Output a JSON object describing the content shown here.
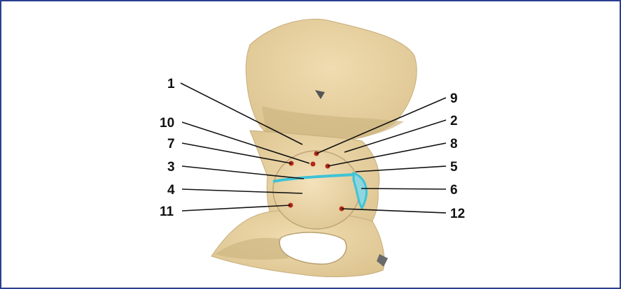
{
  "colors": {
    "frame_border": "#2a3f8f",
    "bone": "#ead5a4",
    "bone_shadow": "#cdb682",
    "labrum": "#3ec3d6",
    "marker": "#b32a14",
    "leader": "#111111"
  },
  "labels": {
    "l1": "1",
    "l2": "2",
    "l3": "3",
    "l4": "4",
    "l5": "5",
    "l6": "6",
    "l7": "7",
    "l8": "8",
    "l9": "9",
    "l10": "10",
    "l11": "11",
    "l12": "12"
  }
}
